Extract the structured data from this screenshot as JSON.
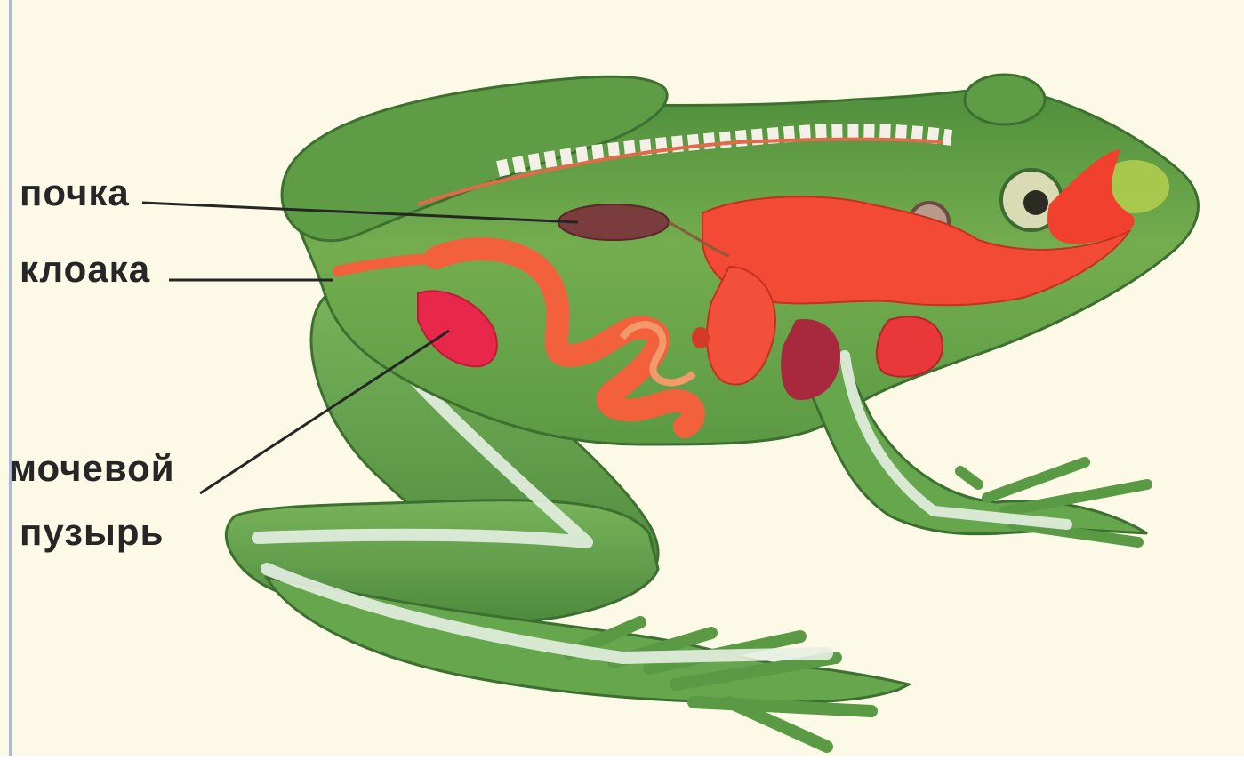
{
  "labels": {
    "kidney": "почка",
    "cloaca": "клоака",
    "bladder_line1": "мочевой",
    "bladder_line2": "пузырь"
  },
  "colors": {
    "background": "#fbf8de",
    "body_green": "#6aa84a",
    "dark_green": "#3f7a33",
    "organs_red": "#f2402e",
    "intestine_orange": "#f27a4a",
    "kidney_brown": "#7a3c3c",
    "bone_white": "#e8f1e4",
    "leader_line": "#262626"
  }
}
